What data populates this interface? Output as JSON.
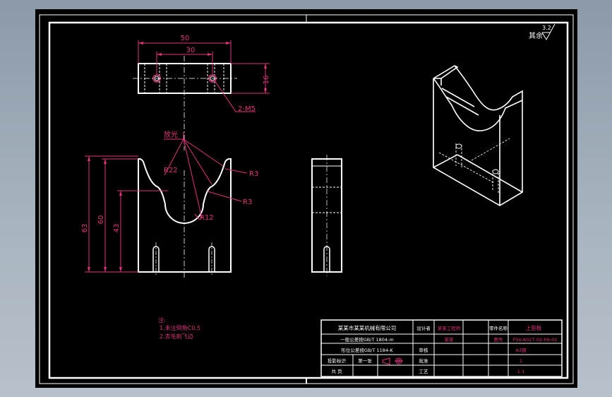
{
  "drawing": {
    "roughness": {
      "label": "其余",
      "value": "3.2"
    },
    "top_view": {
      "dim_overall": "50",
      "dim_holes": "30",
      "dim_height": "16",
      "hole_callout": "2-M5"
    },
    "front_view": {
      "datum": "放光",
      "radius_large": "R22",
      "radius_corner_upper": "R3",
      "radius_corner_lower": "R3",
      "radius_bottom": "R12",
      "dim_63": "63",
      "dim_60": "60",
      "dim_43": "43"
    },
    "notes": {
      "title": "注:",
      "line1": "1.未注倒角C0.5",
      "line2": "2.去毛刺飞边"
    },
    "title_block": {
      "company": "某某市某某机械有限公司",
      "standard_1": "一般公差按GB/T 1804-m",
      "standard_2": "形位公差按GB/T 1184-K",
      "projection": "投影标识",
      "sheet": "第一张",
      "material_label": "共 页",
      "label_design": "设计者",
      "label_check": "审核",
      "label_approve": "批准",
      "label_craft": "工艺",
      "designer": "某某工程师",
      "checker": "某某",
      "label_part_name": "零件名称",
      "part_name": "上垫板",
      "label_drawing_no": "图号",
      "drawing_no": "FSV-A027-02-06-02",
      "material": "A3钢",
      "quantity": "1",
      "scale": "1:1"
    }
  }
}
